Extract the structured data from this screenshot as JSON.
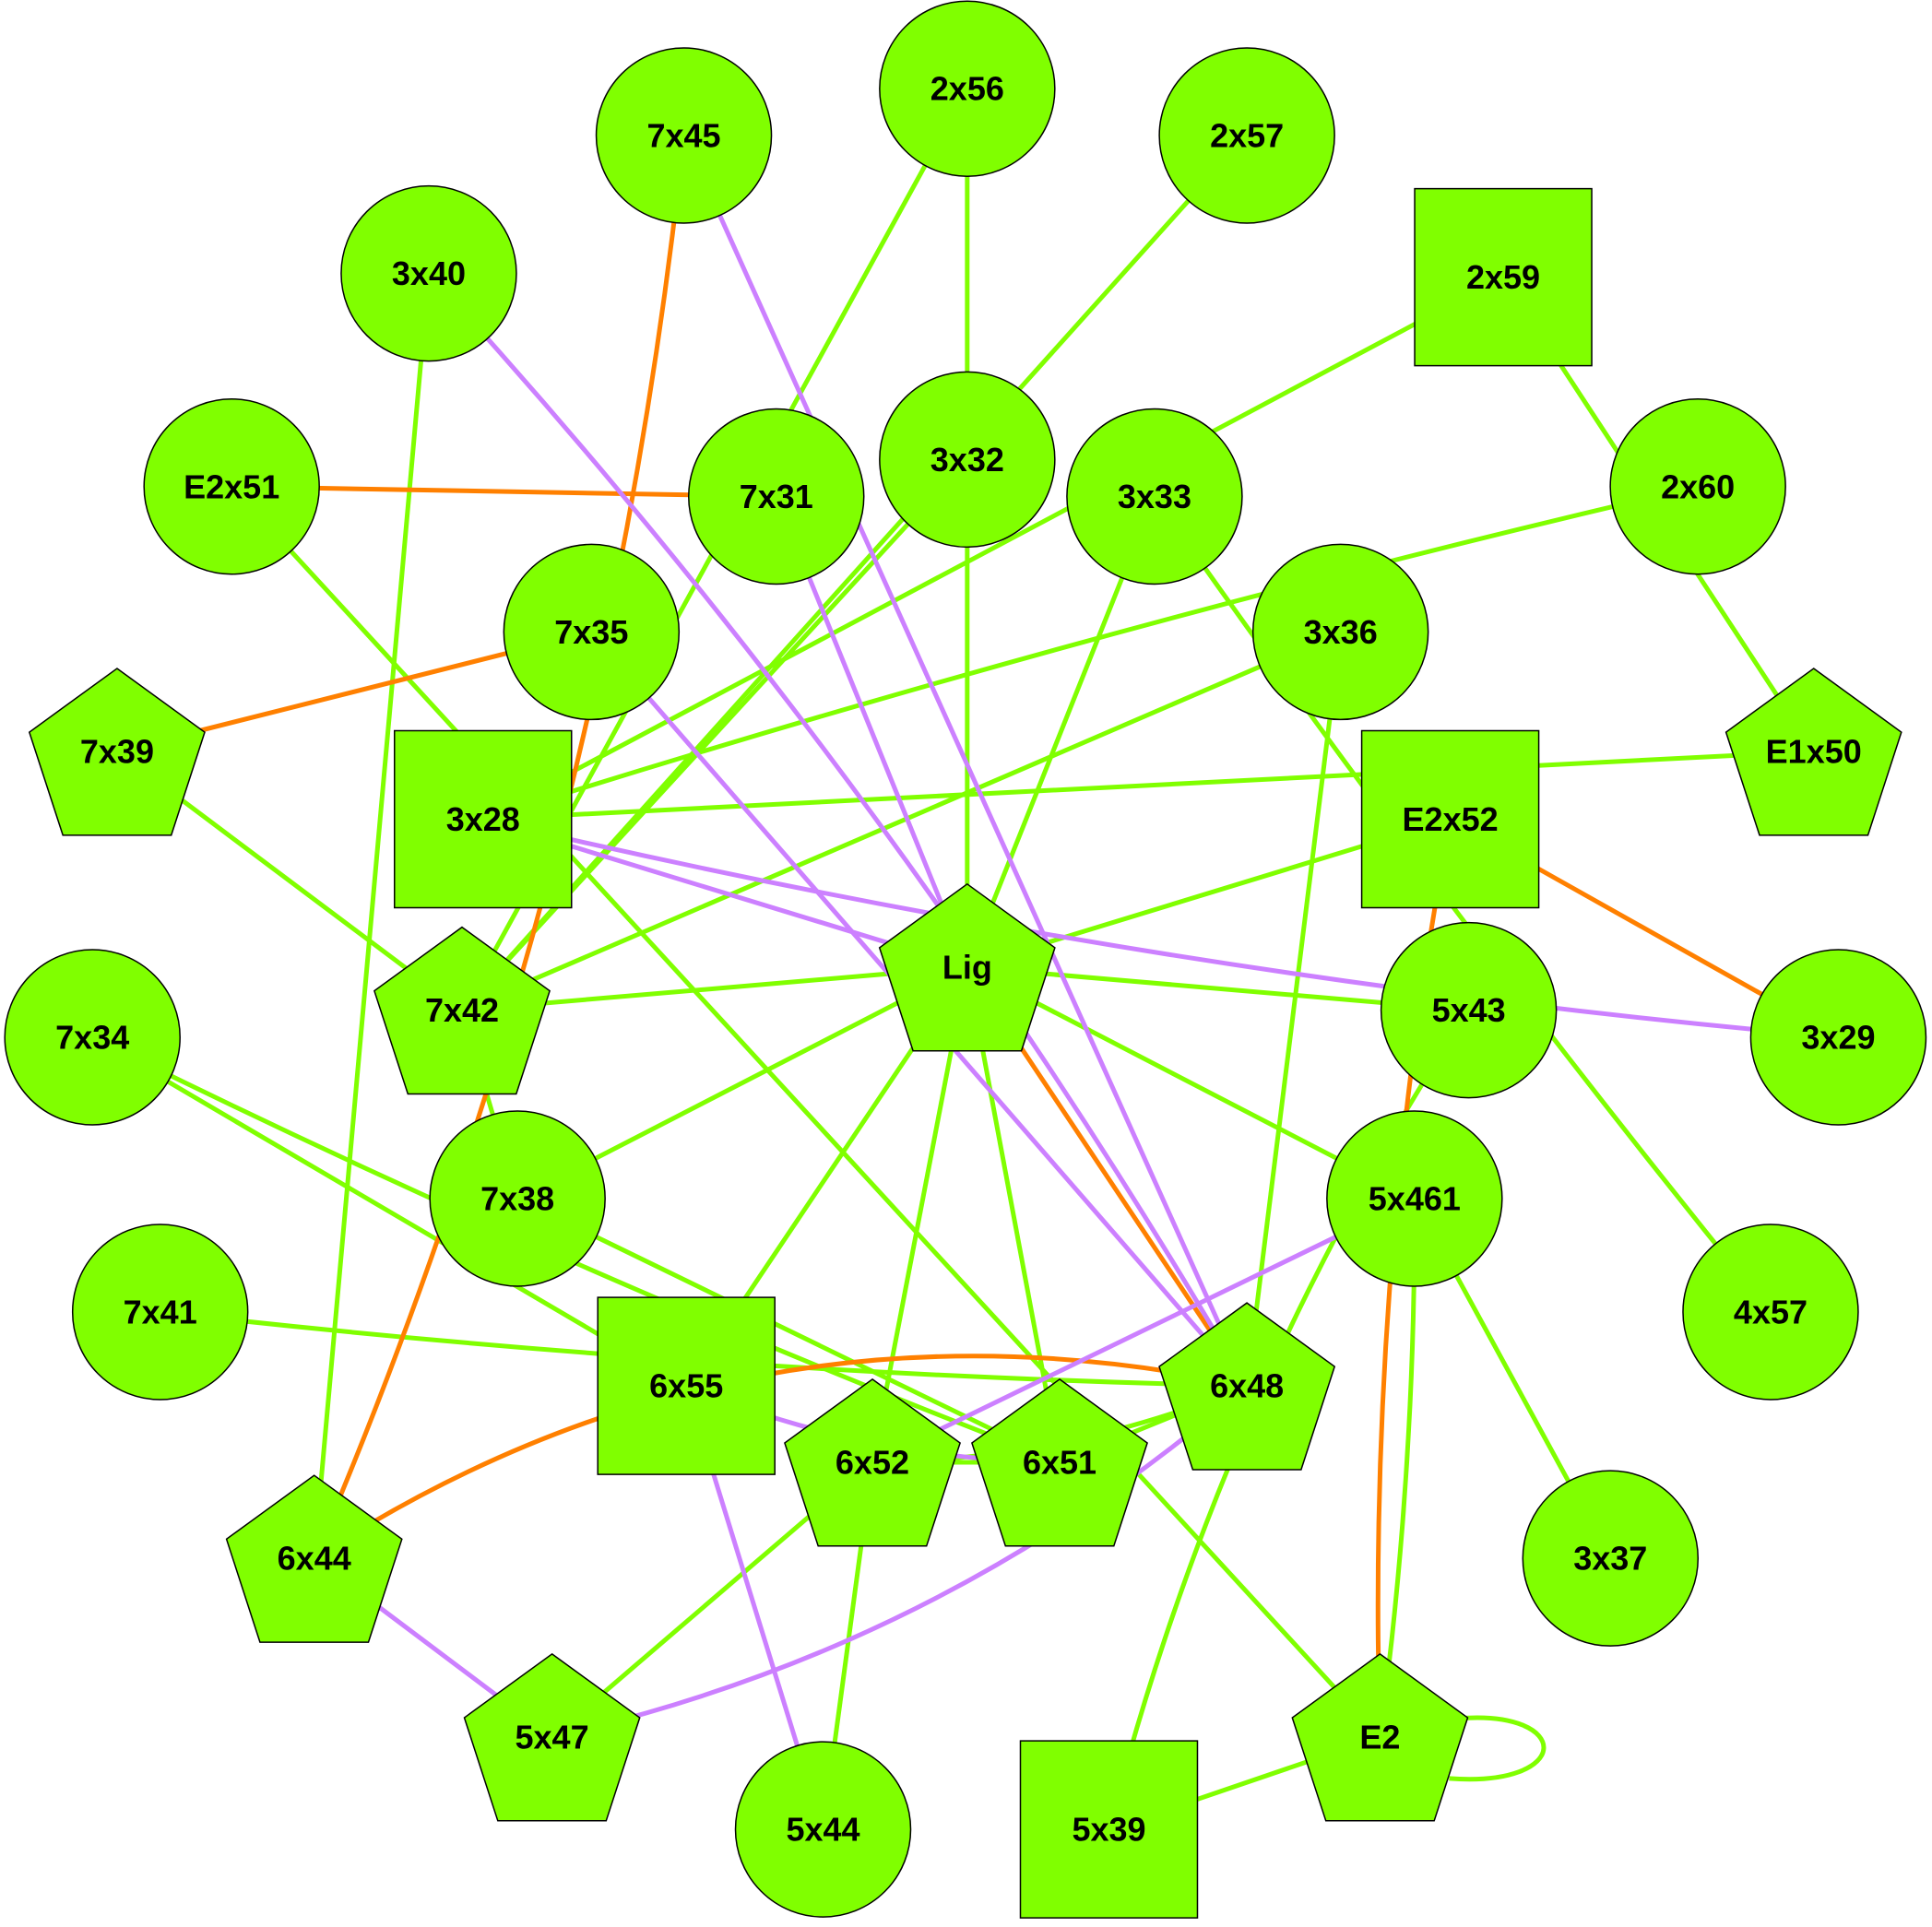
{
  "colors": {
    "node_fill": "#80ff00",
    "node_stroke": "#000000",
    "edge_green": "#80ff00",
    "edge_orange": "#ff8000",
    "edge_purple": "#cc80ff"
  },
  "nodes": [
    {
      "id": "7x45",
      "label": "7x45",
      "shape": "circle"
    },
    {
      "id": "2x56",
      "label": "2x56",
      "shape": "circle"
    },
    {
      "id": "2x57",
      "label": "2x57",
      "shape": "circle"
    },
    {
      "id": "2x59",
      "label": "2x59",
      "shape": "square"
    },
    {
      "id": "3x40",
      "label": "3x40",
      "shape": "circle"
    },
    {
      "id": "E2x51",
      "label": "E2x51",
      "shape": "circle"
    },
    {
      "id": "7x31",
      "label": "7x31",
      "shape": "circle"
    },
    {
      "id": "3x32",
      "label": "3x32",
      "shape": "circle"
    },
    {
      "id": "3x33",
      "label": "3x33",
      "shape": "circle"
    },
    {
      "id": "2x60",
      "label": "2x60",
      "shape": "circle"
    },
    {
      "id": "7x35",
      "label": "7x35",
      "shape": "circle"
    },
    {
      "id": "3x36",
      "label": "3x36",
      "shape": "circle"
    },
    {
      "id": "7x39",
      "label": "7x39",
      "shape": "pentagon"
    },
    {
      "id": "3x28",
      "label": "3x28",
      "shape": "square"
    },
    {
      "id": "E2x52",
      "label": "E2x52",
      "shape": "square"
    },
    {
      "id": "E1x50",
      "label": "E1x50",
      "shape": "pentagon"
    },
    {
      "id": "Lig",
      "label": "Lig",
      "shape": "pentagon"
    },
    {
      "id": "7x42",
      "label": "7x42",
      "shape": "pentagon"
    },
    {
      "id": "7x34",
      "label": "7x34",
      "shape": "circle"
    },
    {
      "id": "5x43",
      "label": "5x43",
      "shape": "circle"
    },
    {
      "id": "3x29",
      "label": "3x29",
      "shape": "circle"
    },
    {
      "id": "7x38",
      "label": "7x38",
      "shape": "circle"
    },
    {
      "id": "5x461",
      "label": "5x461",
      "shape": "circle"
    },
    {
      "id": "7x41",
      "label": "7x41",
      "shape": "circle"
    },
    {
      "id": "4x57",
      "label": "4x57",
      "shape": "circle"
    },
    {
      "id": "6x55",
      "label": "6x55",
      "shape": "square"
    },
    {
      "id": "6x52",
      "label": "6x52",
      "shape": "pentagon"
    },
    {
      "id": "6x51",
      "label": "6x51",
      "shape": "pentagon"
    },
    {
      "id": "6x48",
      "label": "6x48",
      "shape": "pentagon"
    },
    {
      "id": "6x44",
      "label": "6x44",
      "shape": "pentagon"
    },
    {
      "id": "3x37",
      "label": "3x37",
      "shape": "circle"
    },
    {
      "id": "5x47",
      "label": "5x47",
      "shape": "pentagon"
    },
    {
      "id": "E2",
      "label": "E2",
      "shape": "pentagon"
    },
    {
      "id": "5x44",
      "label": "5x44",
      "shape": "circle"
    },
    {
      "id": "5x39",
      "label": "5x39",
      "shape": "square"
    }
  ],
  "edges": [
    {
      "source": "2x56",
      "target": "3x32",
      "type": "green"
    },
    {
      "source": "2x56",
      "target": "7x42",
      "type": "green"
    },
    {
      "source": "2x57",
      "target": "7x42",
      "type": "green"
    },
    {
      "source": "2x59",
      "target": "3x28",
      "type": "green"
    },
    {
      "source": "2x59",
      "target": "E1x50",
      "type": "green"
    },
    {
      "source": "2x60",
      "target": "3x28",
      "type": "green"
    },
    {
      "source": "3x32",
      "target": "Lig",
      "type": "green"
    },
    {
      "source": "3x32",
      "target": "7x42",
      "type": "green"
    },
    {
      "source": "3x33",
      "target": "Lig",
      "type": "green"
    },
    {
      "source": "3x33",
      "target": "4x57",
      "type": "green"
    },
    {
      "source": "3x36",
      "target": "7x42",
      "type": "green"
    },
    {
      "source": "3x36",
      "target": "6x48",
      "type": "green"
    },
    {
      "source": "3x40",
      "target": "6x44",
      "type": "green"
    },
    {
      "source": "E2x51",
      "target": "E2",
      "type": "green"
    },
    {
      "source": "7x39",
      "target": "7x42",
      "type": "green"
    },
    {
      "source": "3x28",
      "target": "E1x50",
      "type": "green"
    },
    {
      "source": "E2x52",
      "target": "Lig",
      "type": "green"
    },
    {
      "source": "Lig",
      "target": "7x42",
      "type": "green"
    },
    {
      "source": "Lig",
      "target": "5x43",
      "type": "green"
    },
    {
      "source": "Lig",
      "target": "5x461",
      "type": "green"
    },
    {
      "source": "Lig",
      "target": "7x38",
      "type": "green"
    },
    {
      "source": "Lig",
      "target": "6x55",
      "type": "green"
    },
    {
      "source": "Lig",
      "target": "6x52",
      "type": "green"
    },
    {
      "source": "Lig",
      "target": "6x51",
      "type": "green"
    },
    {
      "source": "7x42",
      "target": "7x38",
      "type": "green"
    },
    {
      "source": "7x34",
      "target": "6x51",
      "type": "green"
    },
    {
      "source": "7x34",
      "target": "6x55",
      "type": "green"
    },
    {
      "source": "7x38",
      "target": "6x51",
      "type": "green"
    },
    {
      "source": "7x41",
      "target": "6x48",
      "type": "green"
    },
    {
      "source": "5x43",
      "target": "5x39",
      "type": "green"
    },
    {
      "source": "5x461",
      "target": "3x37",
      "type": "green"
    },
    {
      "source": "6x52",
      "target": "6x51",
      "type": "green"
    },
    {
      "source": "6x52",
      "target": "6x48",
      "type": "green"
    },
    {
      "source": "6x52",
      "target": "5x44",
      "type": "green"
    },
    {
      "source": "6x52",
      "target": "5x47",
      "type": "green"
    },
    {
      "source": "6x51",
      "target": "6x48",
      "type": "green"
    },
    {
      "source": "E2",
      "target": "5x461",
      "type": "green"
    },
    {
      "source": "E2",
      "target": "5x39",
      "type": "green"
    },
    {
      "source": "E2",
      "target": "E2",
      "type": "green"
    },
    {
      "source": "7x45",
      "target": "6x44",
      "type": "orange"
    },
    {
      "source": "E2x51",
      "target": "7x31",
      "type": "orange"
    },
    {
      "source": "7x39",
      "target": "7x35",
      "type": "orange"
    },
    {
      "source": "E2x52",
      "target": "3x29",
      "type": "orange"
    },
    {
      "source": "E2x52",
      "target": "E2",
      "type": "orange"
    },
    {
      "source": "Lig",
      "target": "6x48",
      "type": "orange"
    },
    {
      "source": "6x44",
      "target": "6x48",
      "type": "orange"
    },
    {
      "source": "7x45",
      "target": "6x48",
      "type": "purple"
    },
    {
      "source": "3x40",
      "target": "6x48",
      "type": "purple"
    },
    {
      "source": "7x31",
      "target": "Lig",
      "type": "purple"
    },
    {
      "source": "7x35",
      "target": "6x48",
      "type": "purple"
    },
    {
      "source": "3x28",
      "target": "Lig",
      "type": "purple"
    },
    {
      "source": "3x28",
      "target": "3x29",
      "type": "purple"
    },
    {
      "source": "6x55",
      "target": "6x51",
      "type": "purple"
    },
    {
      "source": "6x55",
      "target": "5x44",
      "type": "purple"
    },
    {
      "source": "5x461",
      "target": "6x52",
      "type": "purple"
    },
    {
      "source": "6x44",
      "target": "5x47",
      "type": "purple"
    },
    {
      "source": "6x48",
      "target": "5x47",
      "type": "purple"
    }
  ]
}
